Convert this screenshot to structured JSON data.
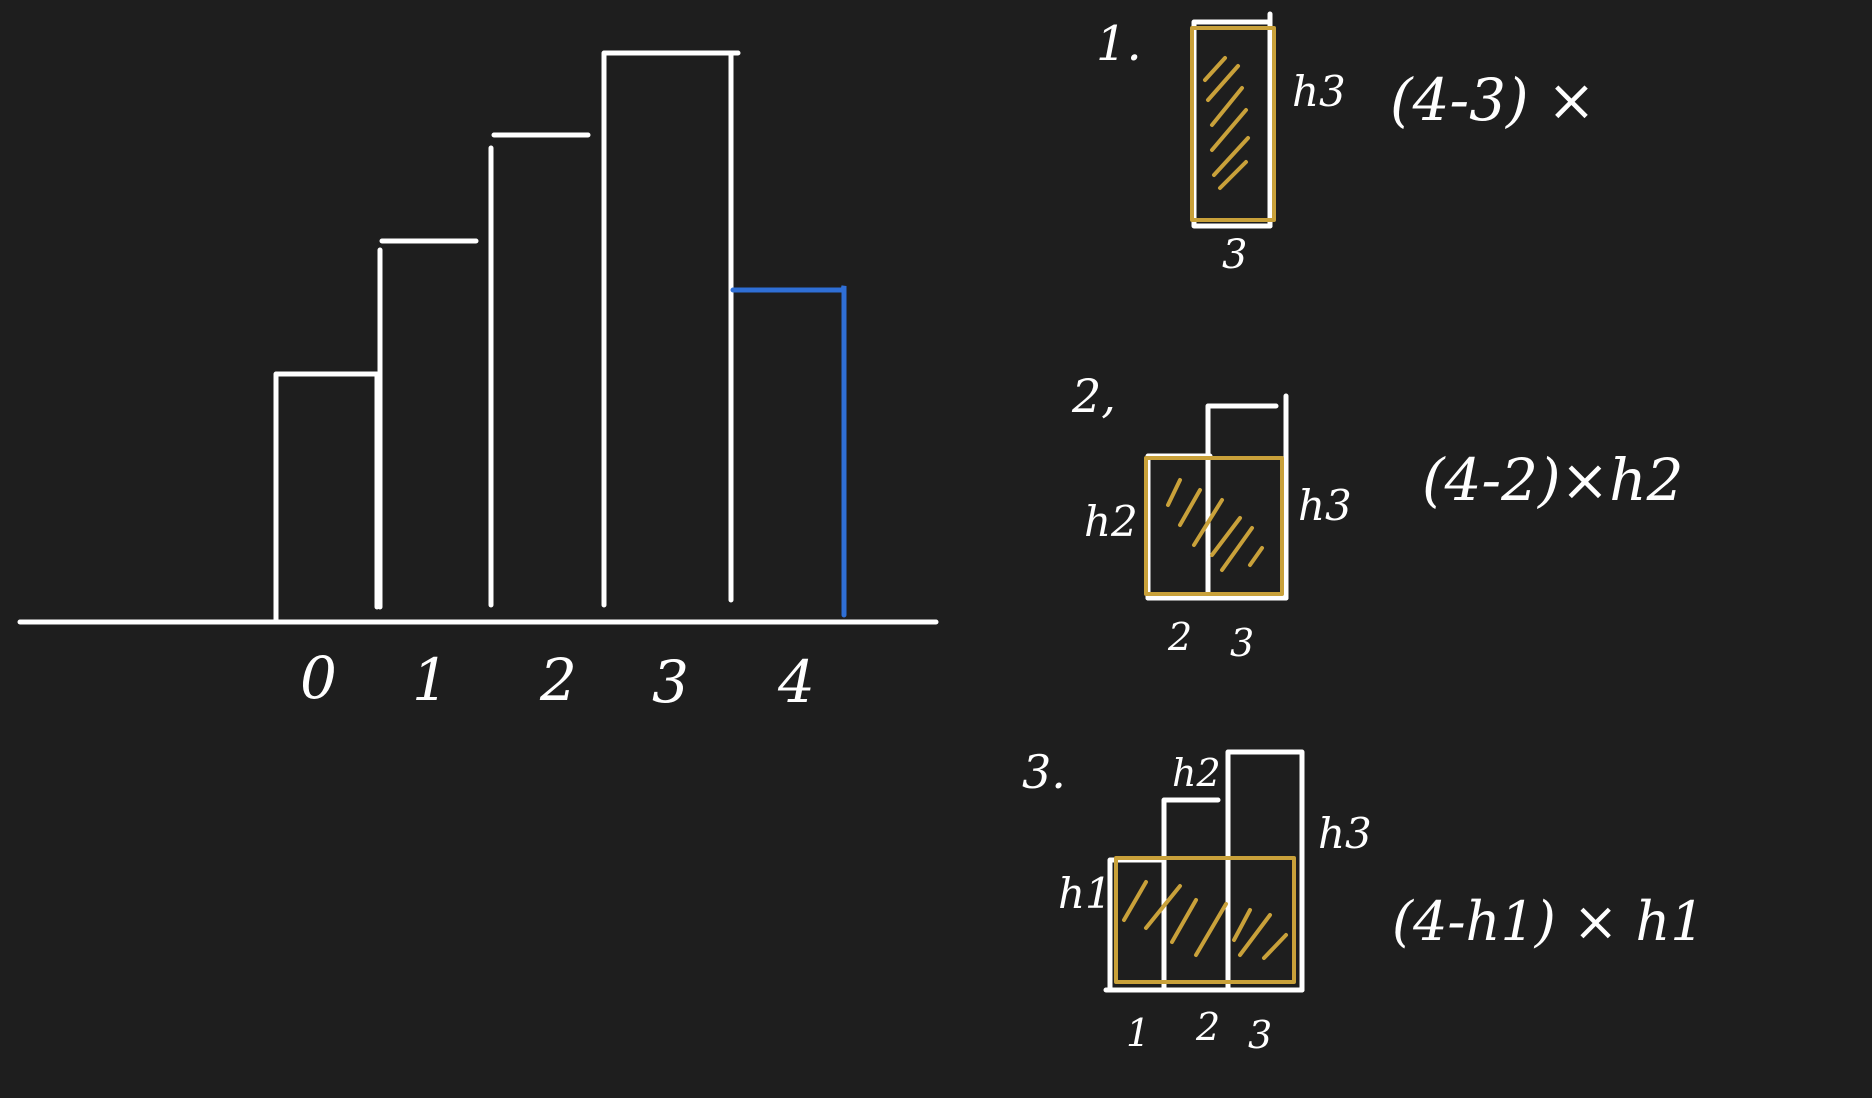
{
  "colors": {
    "background": "#1e1e1e",
    "stroke": "#ffffff",
    "highlight": "#c9a13a",
    "blue": "#2f6fd6"
  },
  "main_diagram": {
    "index_labels": [
      "0",
      "1",
      "2",
      "3",
      "4"
    ]
  },
  "steps": [
    {
      "number": "1.",
      "height_labels": [
        "h3"
      ],
      "index_labels": [
        "3"
      ],
      "formula": "(4-3) ×"
    },
    {
      "number": "2,",
      "height_labels": [
        "h2",
        "h3"
      ],
      "index_labels": [
        "2",
        "3"
      ],
      "formula": "(4-2)×h2"
    },
    {
      "number": "3.",
      "height_labels": [
        "h1",
        "h2",
        "h3"
      ],
      "index_labels": [
        "1",
        "2",
        "3"
      ],
      "formula": "(4-h1) × h1"
    }
  ]
}
